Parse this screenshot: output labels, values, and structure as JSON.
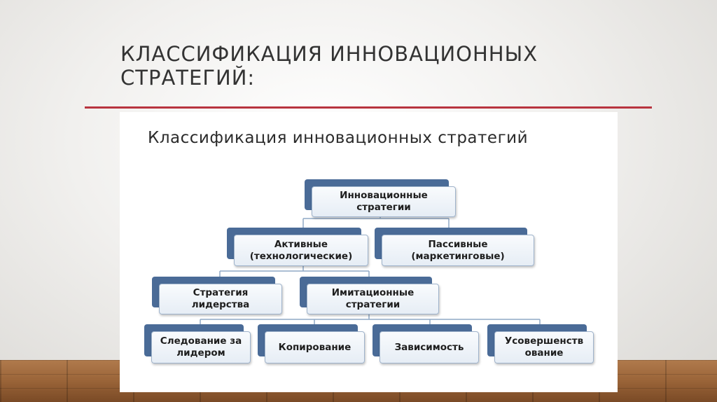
{
  "slide": {
    "title": "КЛАССИФИКАЦИЯ ИННОВАЦИОННЫХ СТРАТЕГИЙ:"
  },
  "diagram": {
    "title": "Классификация инновационных стратегий",
    "nodes": {
      "root": "Инновационные стратегии",
      "active": "Активные (технологические)",
      "passive": "Пассивные (маркетинговые)",
      "leadership": "Стратегия лидерства",
      "imitation": "Имитационные стратегии",
      "following": "Следование за лидером",
      "copying": "Копирование",
      "dependence": "Зависимость",
      "improvement": "Усовершенств ование"
    }
  },
  "colors": {
    "accent_line": "#b8343f",
    "node_back": "#4a6b97",
    "node_border": "#9fb3cb",
    "connector": "#8fa9c6"
  }
}
